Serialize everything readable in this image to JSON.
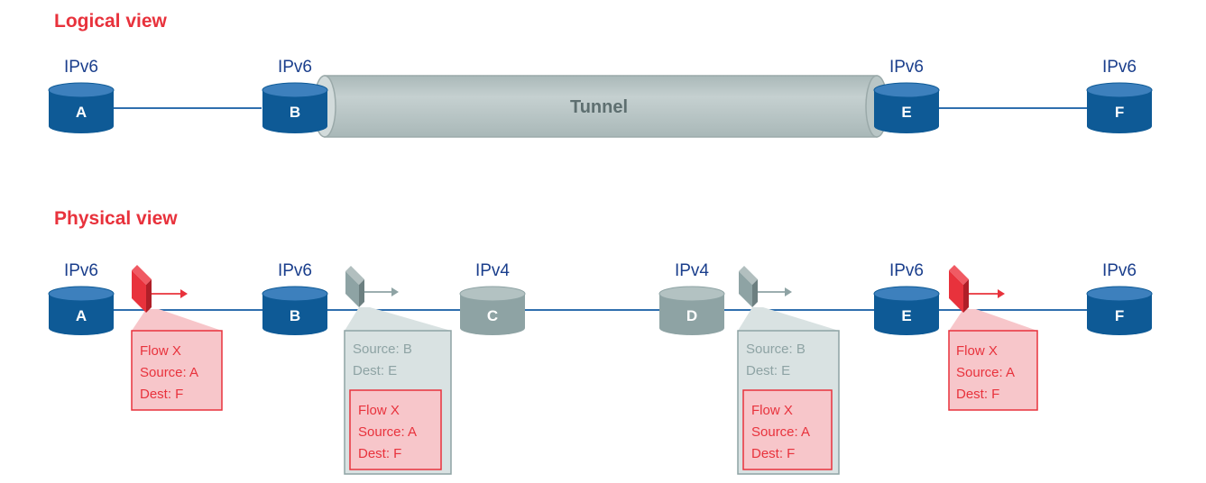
{
  "logical": {
    "title": "Logical view",
    "tunnel_label": "Tunnel",
    "nodes": [
      {
        "name": "A",
        "protocol": "IPv6"
      },
      {
        "name": "B",
        "protocol": "IPv6"
      },
      {
        "name": "E",
        "protocol": "IPv6"
      },
      {
        "name": "F",
        "protocol": "IPv6"
      }
    ]
  },
  "physical": {
    "title": "Physical view",
    "nodes": [
      {
        "name": "A",
        "protocol": "IPv6"
      },
      {
        "name": "B",
        "protocol": "IPv6"
      },
      {
        "name": "C",
        "protocol": "IPv4"
      },
      {
        "name": "D",
        "protocol": "IPv4"
      },
      {
        "name": "E",
        "protocol": "IPv6"
      },
      {
        "name": "F",
        "protocol": "IPv6"
      }
    ],
    "packets": [
      {
        "inner": [
          "Flow X",
          "Source: A",
          "Dest: F"
        ]
      },
      {
        "outer": [
          "Source: B",
          "Dest: E"
        ],
        "inner": [
          "Flow X",
          "Source: A",
          "Dest: F"
        ]
      },
      {
        "outer": [
          "Source: B",
          "Dest: E"
        ],
        "inner": [
          "Flow X",
          "Source: A",
          "Dest: F"
        ]
      },
      {
        "inner": [
          "Flow X",
          "Source: A",
          "Dest: F"
        ]
      }
    ]
  },
  "colors": {
    "red": "#e8323c",
    "ipv6_node": "#0e5a96",
    "ipv4_node": "#8ea3a4",
    "tunnel": "#bcc8c8",
    "protocol_text": "#1a3e8c",
    "link": "#2f6fae"
  }
}
